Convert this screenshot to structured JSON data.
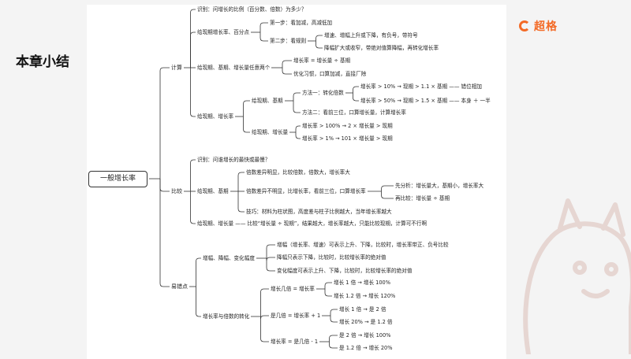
{
  "page": {
    "heading": "本章小结",
    "brand": "超格"
  },
  "mindmap": {
    "root": "一般增长率",
    "calc": {
      "label": "计算",
      "identify": "识别：问增长的比例（百分数、倍数）为多少？",
      "p1": {
        "label": "给现期增长率、百分点",
        "step1": "第一步：看加减，高减低加",
        "step2": {
          "label": "第二步：看规则",
          "r1": "增速、增幅上升或下降，有负号，带符号",
          "r2": "降幅扩大或收窄，带绝对值算降幅，再转化增长率"
        }
      },
      "p2": {
        "label": "给现期、基期、增长量任意两个",
        "formula": "增长率 = 增长量 ÷ 基期",
        "tip": "优化习惯，口算加减，直接厂除"
      },
      "p3": {
        "label": "给现期、增长率",
        "base": {
          "label": "给现期、基期",
          "m1": {
            "label": "方法一：转化倍数",
            "a": "增长率 > 10% → 现期 > 1.1 × 基期 —— 错位相加",
            "b": "增长率 > 50% → 现期 > 1.5 × 基期 —— 本身 ＋ 一半"
          },
          "m2": "方法二：看前三位，口算增长量，计算增长率"
        },
        "inc": {
          "label": "给现期、增长量",
          "a": "增长率 > 100% → 2 × 增长量 > 现期",
          "b": "增长率 > 1% → 101 × 增长量 > 现期"
        }
      }
    },
    "compare": {
      "label": "比较",
      "identify": "识别：问谁增长的最快或最慢？",
      "p1": {
        "label": "给现期、基期",
        "a": "倍数差异明显，比较倍数，倍数大，增长率大",
        "b": {
          "label": "倍数差异不明显，比增长率，看前三位，口算增长率",
          "x": "先分析：增长量大，基期小，增长率大",
          "y": "再比较：增长量 ÷ 基期"
        },
        "c": "技巧：材料为柱状图，高度差与柱子比例越大，当年增长率越大"
      },
      "p2": {
        "label": "给现期、增长量 —— 比较“增长量 ÷ 现期”，结果越大，增长率越大，只能比较现期，计算可不行啊"
      }
    },
    "pitfall": {
      "label": "易错点",
      "a": {
        "label": "增幅、降幅、变化幅度",
        "a1": "增幅（增长率、增速）可表示上升、下降，比较时，增长率带正、负号比较",
        "a2": "降幅只表示下降，比较时，比较增长率的绝对值",
        "a3": "变化幅度可表示上升、下降，比较时，比较增长率的绝对值"
      },
      "b": {
        "label": "增长率与倍数的转化",
        "b1": {
          "label": "增长几倍 = 增长率",
          "x": "增长 1 倍 → 增长 100%",
          "y": "增长 1.2 倍 → 增长 120%"
        },
        "b2": {
          "label": "是几倍 = 增长率 + 1",
          "x": "增长 1 倍 → 是 2 倍",
          "y": "增长 20% → 是 1.2 倍"
        },
        "b3": {
          "label": "增长率 = 是几倍 - 1",
          "x": "是 2 倍 → 增长 100%",
          "y": "是 1.2 倍 → 增长 20%"
        }
      }
    }
  },
  "colors": {
    "brand": "#f36a26",
    "slide_bg": "#f4f4f4",
    "paper_bg": "#ffffff",
    "line": "#333333"
  }
}
